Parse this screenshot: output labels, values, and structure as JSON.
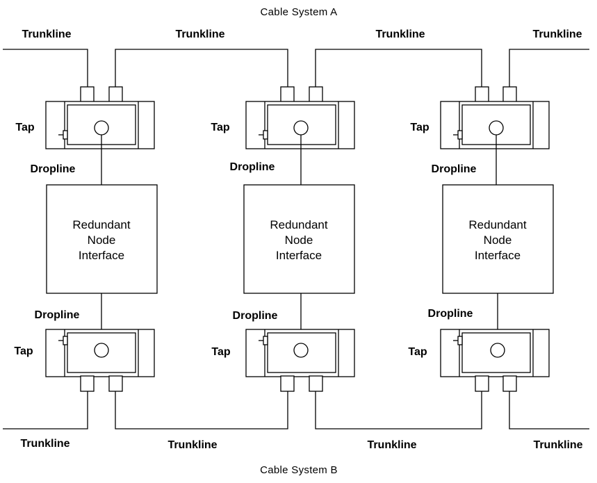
{
  "titles": {
    "top": "Cable System A",
    "bottom": "Cable System B"
  },
  "labels": {
    "trunkline": "Trunkline",
    "tap": "Tap",
    "dropline": "Dropline",
    "node_line1": "Redundant",
    "node_line2": "Node",
    "node_line3": "Interface"
  },
  "columns": [
    {
      "id": "left"
    },
    {
      "id": "middle"
    },
    {
      "id": "right"
    }
  ]
}
